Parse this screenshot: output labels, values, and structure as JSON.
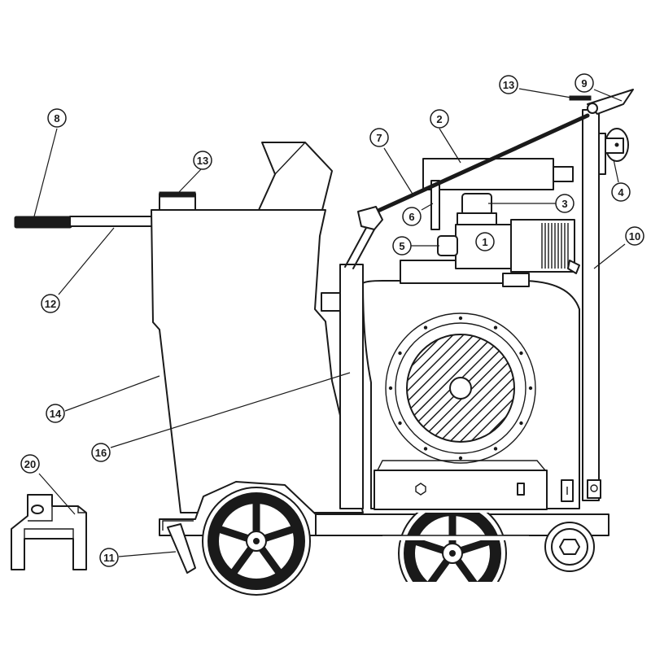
{
  "diagram": {
    "callouts": [
      {
        "id": "c1",
        "label": "1"
      },
      {
        "id": "c2",
        "label": "2"
      },
      {
        "id": "c3",
        "label": "3"
      },
      {
        "id": "c4",
        "label": "4"
      },
      {
        "id": "c5",
        "label": "5"
      },
      {
        "id": "c6",
        "label": "6"
      },
      {
        "id": "c7",
        "label": "7"
      },
      {
        "id": "c8",
        "label": "8"
      },
      {
        "id": "c9",
        "label": "9"
      },
      {
        "id": "c10",
        "label": "10"
      },
      {
        "id": "c11",
        "label": "11"
      },
      {
        "id": "c12",
        "label": "12"
      },
      {
        "id": "c13a",
        "label": "13"
      },
      {
        "id": "c13b",
        "label": "13"
      },
      {
        "id": "c14",
        "label": "14"
      },
      {
        "id": "c16",
        "label": "16"
      },
      {
        "id": "c20",
        "label": "20"
      }
    ]
  }
}
